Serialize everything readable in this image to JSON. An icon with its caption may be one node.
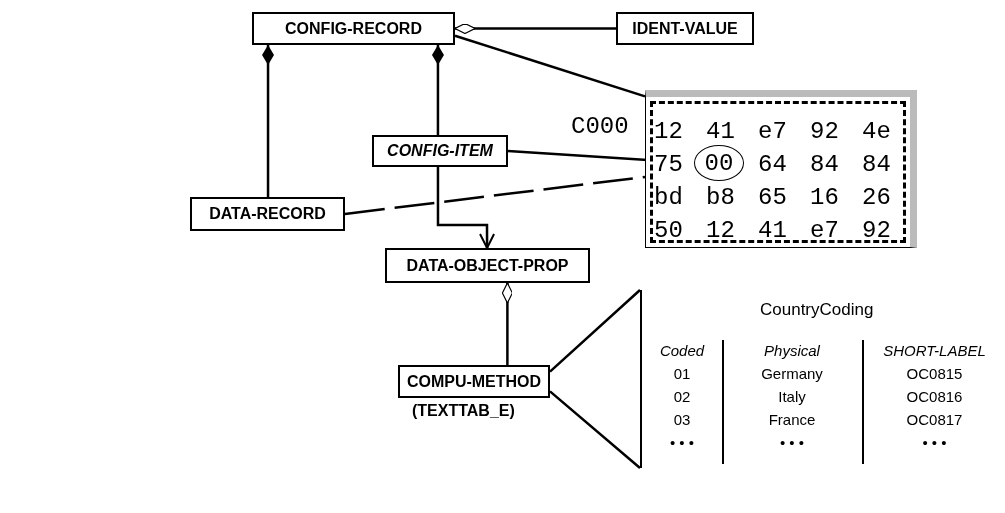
{
  "diagram": {
    "nodes": [
      {
        "text": [
          "CONFIG-RECORD"
        ]
      },
      {
        "text": [
          "IDENT-VALUE"
        ]
      },
      {
        "text": [
          "CONFIG-ITEM"
        ]
      },
      {
        "text": [
          "DATA-RECORD"
        ]
      },
      {
        "text": [
          "DATA-OBJECT-PROP"
        ]
      },
      {
        "text": [
          "COMPU-METHOD"
        ],
        "beside": [
          "(TEXTTAB_E)"
        ]
      },
      {
        "text": [
          "12",
          "41",
          "e7",
          "92",
          "4e",
          "75",
          "64",
          "84",
          "84",
          "bd",
          "b8",
          "65",
          "16",
          "26",
          "50",
          "12",
          "41",
          "e7",
          "92"
        ],
        "beside": [
          "C000"
        ]
      },
      {
        "text": [
          "00"
        ],
        "in": 6
      },
      {
        "text": [
          "CountryCoding",
          "Coded",
          "Physical",
          "SHORT-LABEL",
          "01",
          "Germany",
          "OC0815",
          "02",
          "Italy",
          "OC0816",
          "03",
          "France",
          "OC0817",
          "• • •",
          "• • •",
          "• • •"
        ]
      }
    ],
    "edges": [
      {
        "from": 0,
        "to": 1,
        "arrow": "other"
      },
      {
        "from": 0,
        "to": 3,
        "arrow": "other"
      },
      {
        "from": 0,
        "to": 2,
        "arrow": "other"
      },
      {
        "from": 2,
        "to": 4,
        "arrow": "to"
      },
      {
        "from": 0,
        "to": 6,
        "arrow": "none"
      },
      {
        "from": 2,
        "to": 7,
        "arrow": "none"
      },
      {
        "from": 3,
        "to": 6,
        "arrow": "none",
        "style": "dashed"
      },
      {
        "from": 4,
        "to": 5,
        "arrow": "other"
      },
      {
        "from": 5,
        "to": 8,
        "arrow": "none"
      }
    ]
  }
}
